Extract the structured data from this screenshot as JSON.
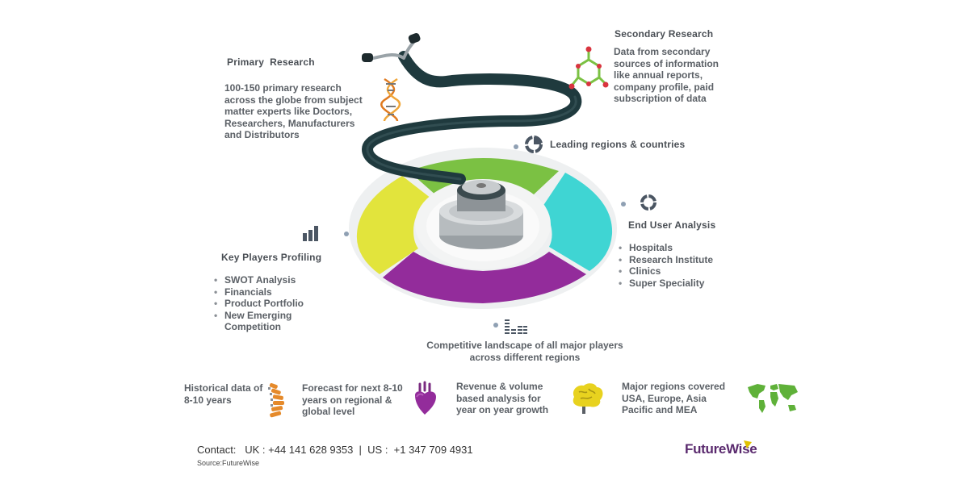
{
  "primary": {
    "title": "Primary  Research",
    "text": "100-150 primary research across the globe from subject matter experts like Doctors, Researchers, Manufacturers and Distributors"
  },
  "secondary": {
    "title": "Secondary Research",
    "text": "Data from secondary sources of information like annual reports, company profile, paid subscription of data"
  },
  "leading": {
    "title": "Leading regions & countries"
  },
  "end_user": {
    "title": "End User Analysis",
    "items": [
      "Hospitals",
      "Research Institute",
      "Clinics",
      "Super Speciality"
    ]
  },
  "key_players": {
    "title": "Key Players Profiling",
    "items": [
      "SWOT Analysis",
      "Financials",
      "Product Portfolio",
      "New Emerging Competition"
    ]
  },
  "competitive": {
    "text": "Competitive landscape of all major players across different regions"
  },
  "bottom": {
    "historical": "Historical data of 8-10 years",
    "forecast": "Forecast for next 8-10 years on regional & global level",
    "revenue": "Revenue & volume based analysis for year on year growth",
    "regions": "Major regions covered USA, Europe, Asia Pacific and MEA"
  },
  "footer": {
    "contact": "Contact:   UK : +44 141 628 9353  |  US :  +1 347 709 4931",
    "source": "Source:FutureWise",
    "brand": "FutureWise"
  },
  "colors": {
    "green": "#7bc143",
    "cyan": "#3fd5d3",
    "purple": "#932c9b",
    "yellow": "#e2e43c",
    "tube": "#1f3a3e"
  }
}
